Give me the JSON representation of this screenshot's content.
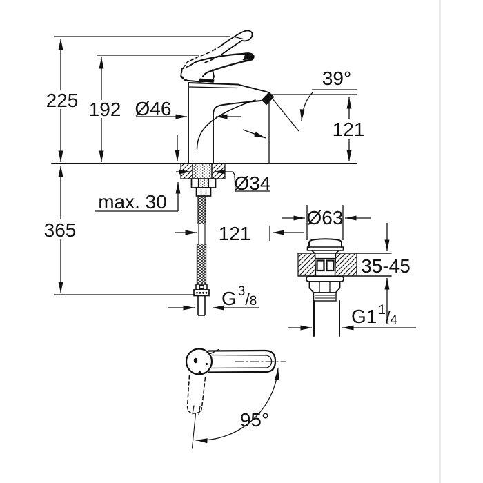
{
  "page": {
    "background": "#ffffff",
    "line_color": "#111111",
    "edge_line_color": "#b5b5b5"
  },
  "dimensions": {
    "overall_height": "225",
    "lever_height": "192",
    "body_diameter": "Ø46",
    "spout_angle": "39°",
    "spout_height": "121",
    "shank_diameter": "Ø34",
    "max_deck_thickness": "max. 30",
    "hose_drop": "365",
    "spout_reach": "121",
    "waste_cap_diameter": "Ø63",
    "waste_deck_range": "35-45",
    "handle_swing": "95°",
    "supply_thread": {
      "prefix": "G",
      "numerator": "3",
      "slash": "/",
      "denominator": "8"
    },
    "waste_thread": {
      "prefix": "G1",
      "numerator": "1",
      "slash": "/",
      "denominator": "4"
    }
  }
}
